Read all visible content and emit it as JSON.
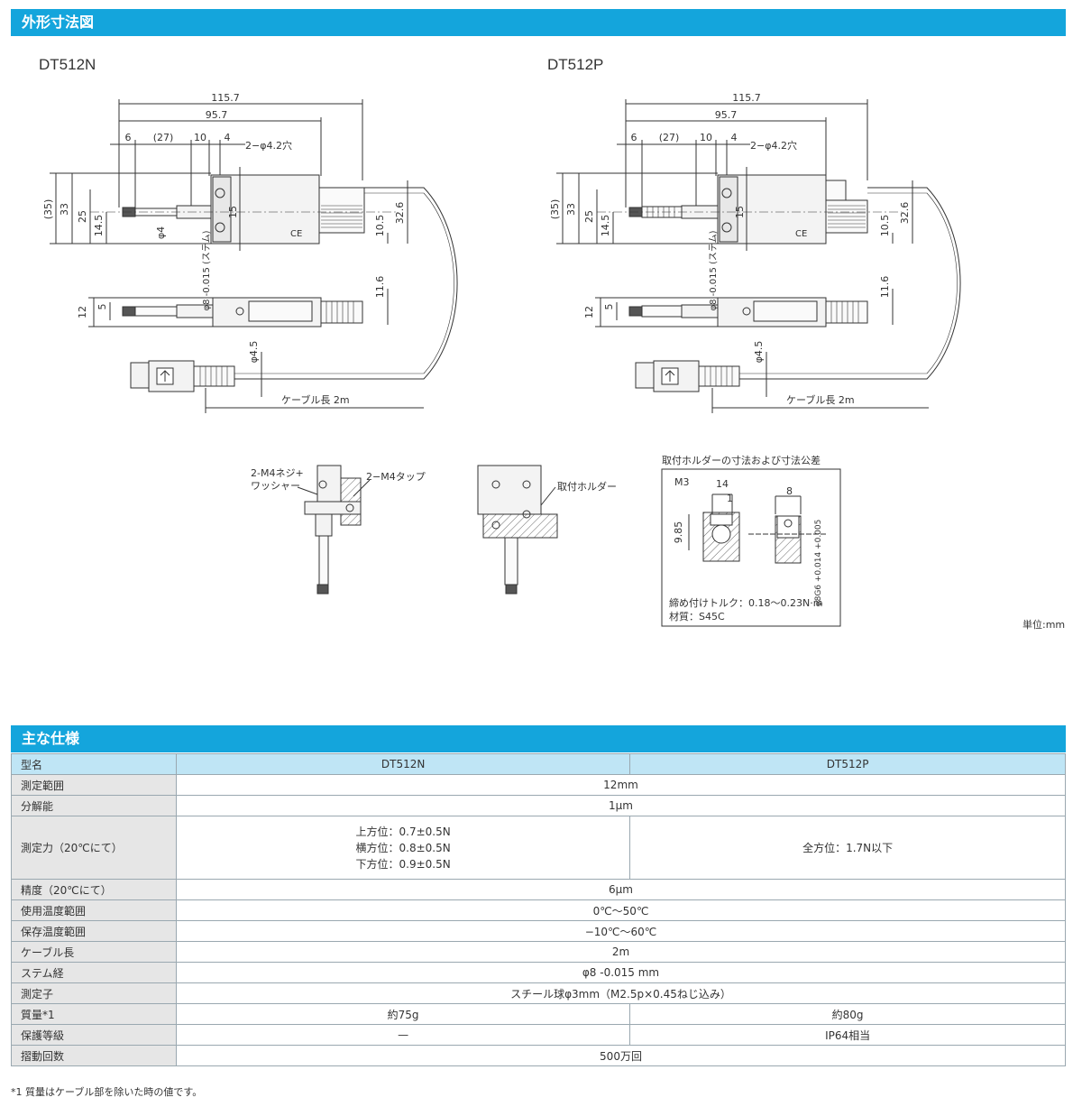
{
  "sections": {
    "dimensions_title": "外形寸法図",
    "specs_title": "主な仕様"
  },
  "drawings": {
    "left_model": "DT512N",
    "right_model": "DT512P",
    "dim_total": "115.7",
    "dim_body": "95.7",
    "dim_6": "6",
    "dim_27": "(27)",
    "dim_10": "10",
    "dim_4": "4",
    "hole_label": "2−φ4.2穴",
    "dim_35": "(35)",
    "dim_33": "33",
    "dim_25": "25",
    "dim_14_5": "14.5",
    "dim_phi4": "φ4",
    "dim_15": "15",
    "dim_10_5": "10.5",
    "dim_32_6": "32.6",
    "stem_label": "φ8 -0.015 (ステム)",
    "dim_11_6": "11.6",
    "dim_12": "12",
    "dim_5": "5",
    "dim_phi4_5": "φ4.5",
    "cable_label": "ケーブル長 2m",
    "ce_mark": "CE",
    "mount1_label_a": "2-M4ネジ+",
    "mount1_label_b": "ワッシャー",
    "mount1_label_c": "2−M4タップ",
    "mount2_label": "取付ホルダー",
    "holder_title": "取付ホルダーの寸法および寸法公差",
    "holder_m3": "M3",
    "holder_14": "14",
    "holder_1": "1",
    "holder_8": "8",
    "holder_9_85": "9.85",
    "holder_phi": "φ8G6 +0.014 +0.005",
    "holder_torque": "締め付けトルク：0.18〜0.23N·m",
    "holder_material": "材質：S45C",
    "unit_note": "単位:mm"
  },
  "spec_table": {
    "header": {
      "label": "型名",
      "col1": "DT512N",
      "col2": "DT512P"
    },
    "range": {
      "label": "測定範囲",
      "value": "12mm"
    },
    "resolution": {
      "label": "分解能",
      "value": "1μm"
    },
    "force": {
      "label": "測定力（20℃にて）",
      "n_lines": [
        "上方位：0.7±0.5N",
        "横方位：0.8±0.5N",
        "下方位：0.9±0.5N"
      ],
      "p_value": "全方位：1.7N以下"
    },
    "accuracy": {
      "label": "精度（20℃にて）",
      "value": "6μm"
    },
    "op_temp": {
      "label": "使用温度範囲",
      "value": "0℃〜50℃"
    },
    "st_temp": {
      "label": "保存温度範囲",
      "value": "−10℃〜60℃"
    },
    "cable": {
      "label": "ケーブル長",
      "value": "2m"
    },
    "stem": {
      "label": "ステム経",
      "value": "φ8 -0.015 mm"
    },
    "probe": {
      "label": "測定子",
      "value": "スチール球φ3mm（M2.5p×0.45ねじ込み）"
    },
    "mass": {
      "label": "質量*1",
      "n_value": "約75g",
      "p_value": "約80g"
    },
    "protection": {
      "label": "保護等級",
      "n_value": "—",
      "p_value": "IP64相当"
    },
    "cycles": {
      "label": "摺動回数",
      "value": "500万回"
    }
  },
  "footnote": "*1 質量はケーブル部を除いた時の値です。"
}
